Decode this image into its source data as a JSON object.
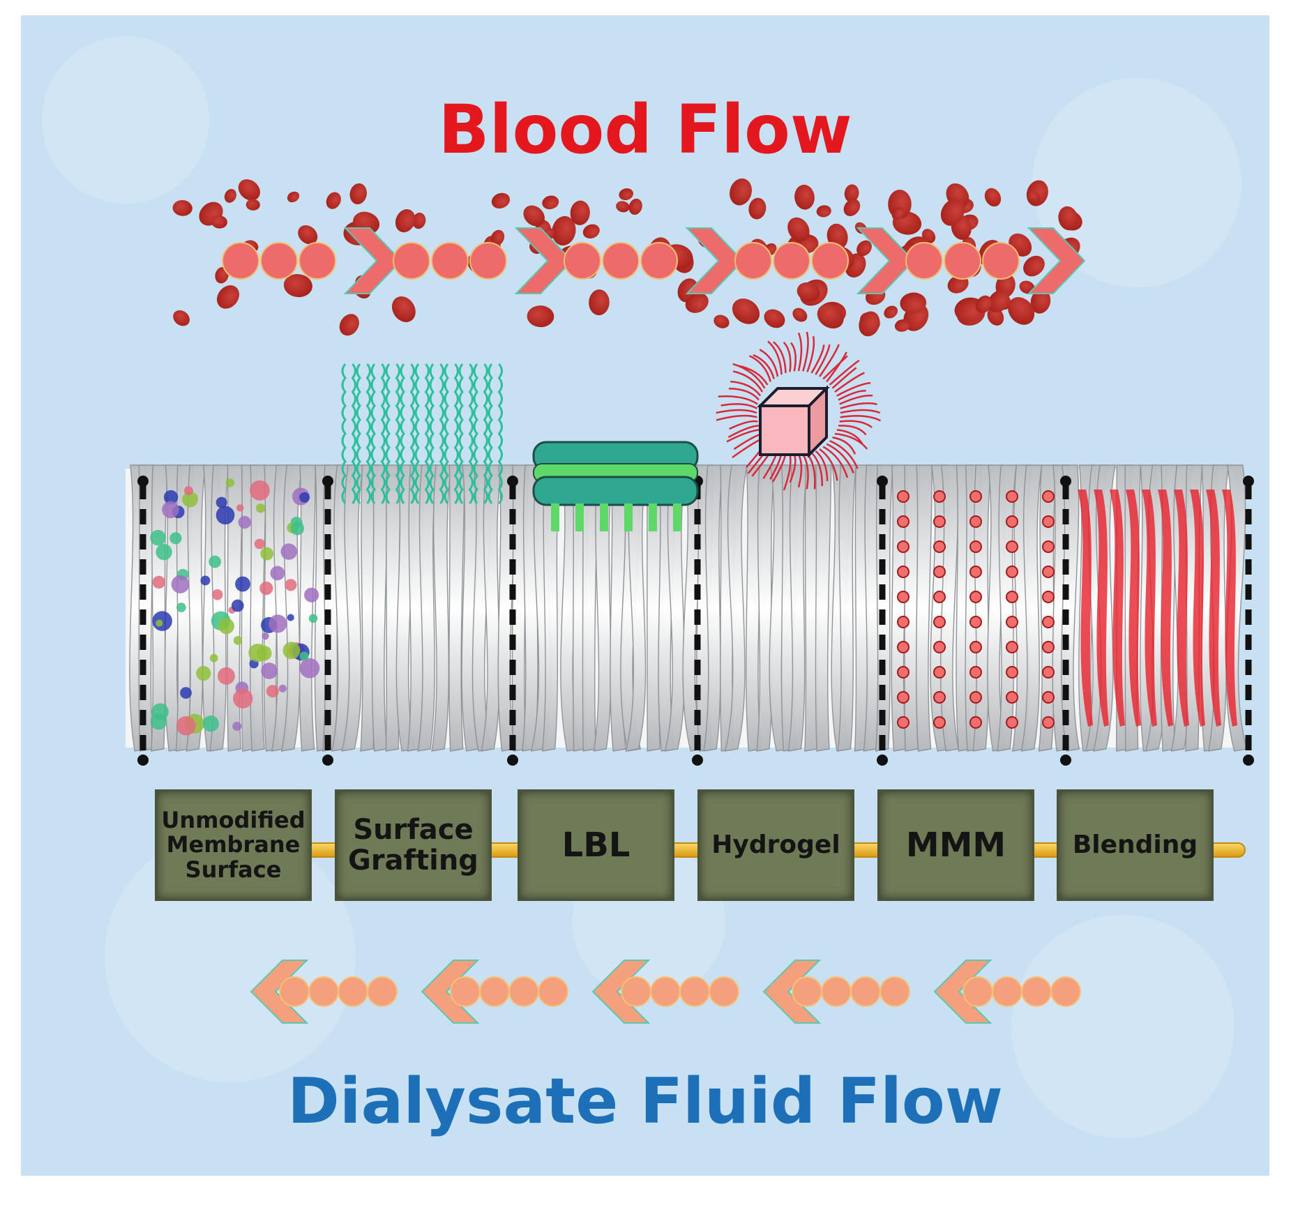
{
  "titles": {
    "top": "Blood Flow",
    "bottom": "Dialysate Fluid Flow"
  },
  "methods": [
    {
      "lines": [
        "Unmodified",
        "Membrane",
        "Surface"
      ]
    },
    {
      "lines": [
        "Surface",
        "Grafting"
      ]
    },
    {
      "lines": [
        "LBL"
      ]
    },
    {
      "lines": [
        "Hydrogel"
      ]
    },
    {
      "lines": [
        "MMM"
      ]
    },
    {
      "lines": [
        "Blending"
      ]
    }
  ],
  "colors": {
    "background": "#c7e0f2",
    "blood_title": "#e3171d",
    "dialysate_title": "#1d6fb8",
    "blood_arrow": "#ee6b6b",
    "dialysate_arrow": "#f5a07c",
    "red_cell": "#a51d18",
    "grafted_chains": "#2dbf9c",
    "lbl_layer": "#5fd86a",
    "hydrogel_chains": "#d8283a",
    "label_box": "#6f7a57",
    "timeline_rod": "#f2b728"
  },
  "icons": [
    "red-blood-cell-icon",
    "flow-arrow-icon",
    "membrane-fiber-icon",
    "hydrogel-cube-icon"
  ]
}
